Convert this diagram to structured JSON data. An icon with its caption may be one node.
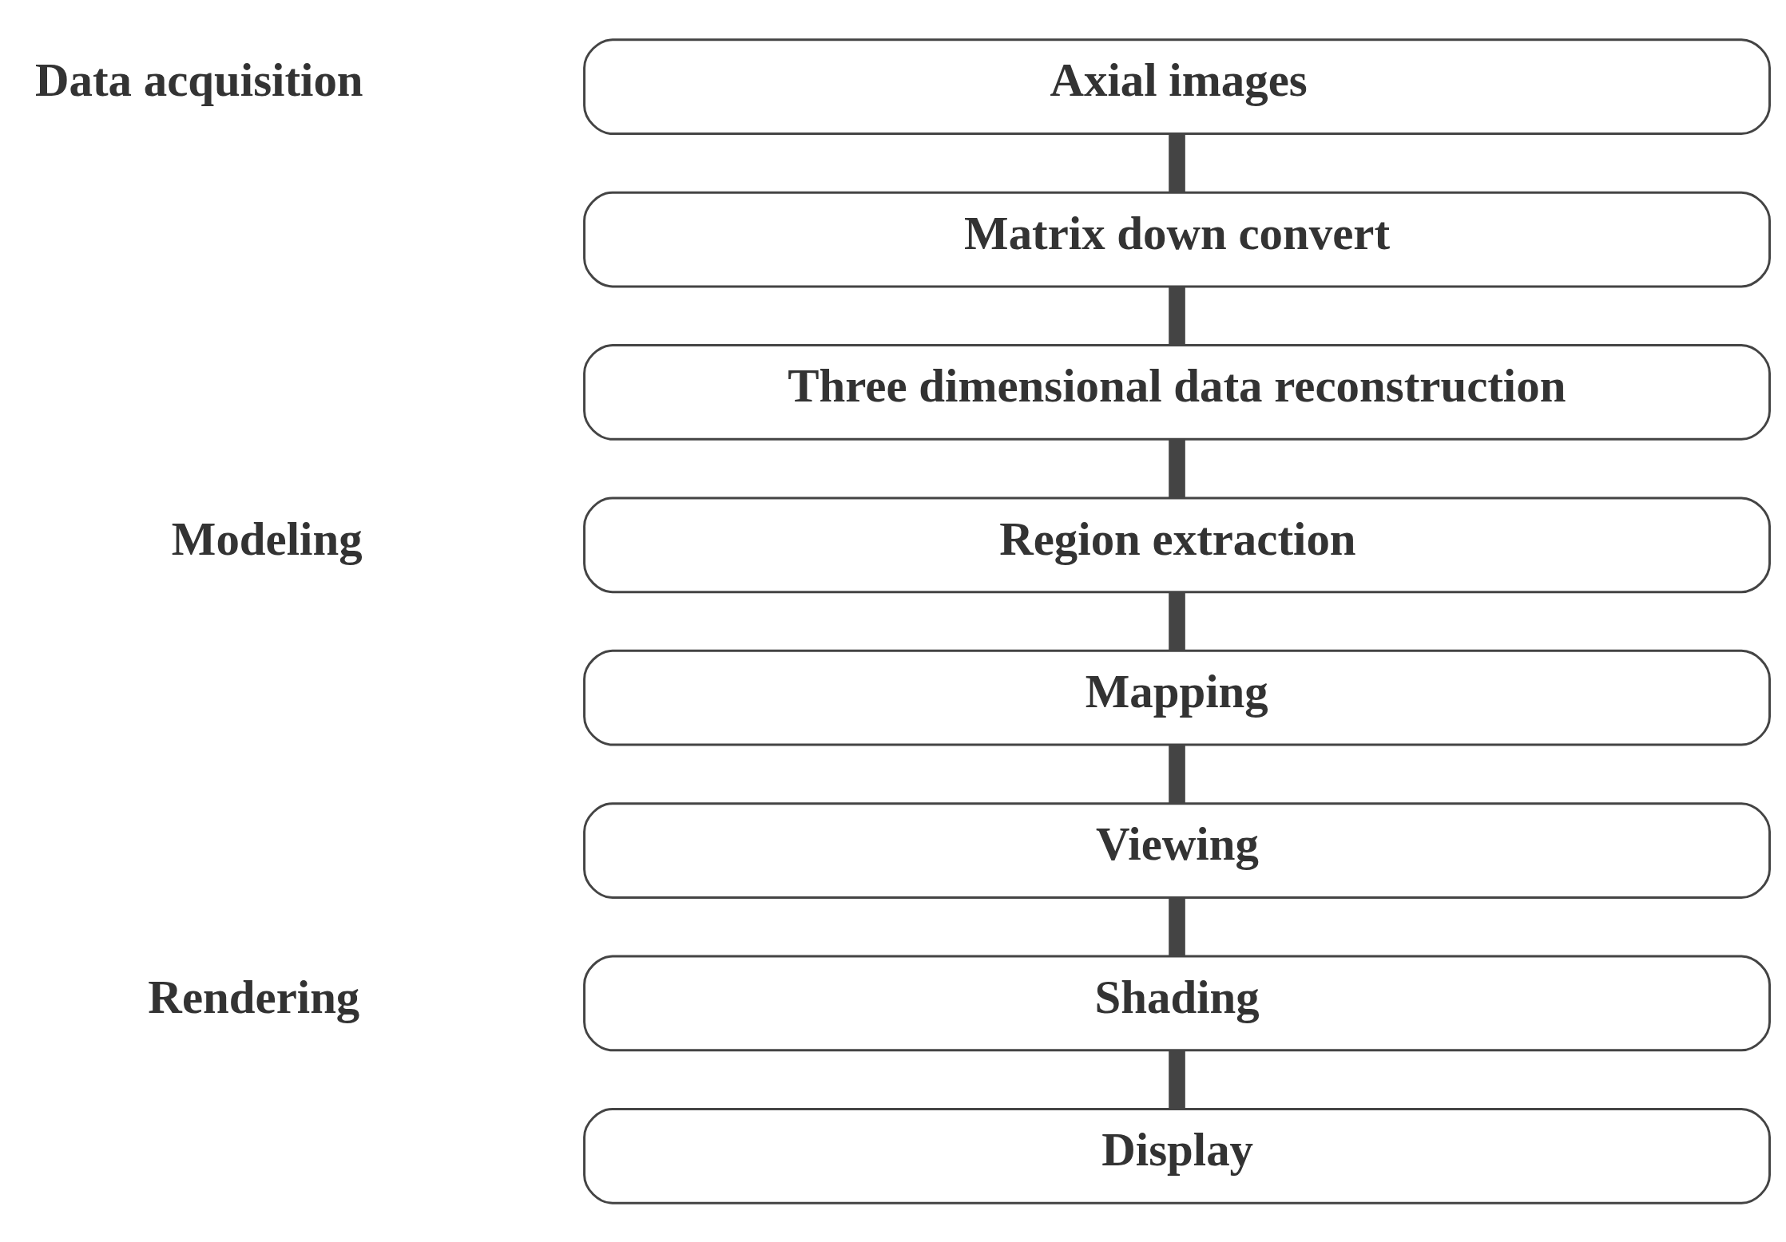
{
  "diagram": {
    "nodes": [
      {
        "text": [
          "Axial images"
        ]
      },
      {
        "text": [
          "Matrix down convert"
        ]
      },
      {
        "text": [
          "Three dimensional data reconstruction"
        ]
      },
      {
        "text": [
          "Region extraction"
        ]
      },
      {
        "text": [
          "Mapping"
        ]
      },
      {
        "text": [
          "Viewing"
        ]
      },
      {
        "text": [
          "Shading"
        ]
      },
      {
        "text": [
          "Display"
        ]
      }
    ],
    "edges": [
      {
        "from": 0,
        "to": 1,
        "arrow": "none"
      },
      {
        "from": 1,
        "to": 2,
        "arrow": "none"
      },
      {
        "from": 2,
        "to": 3,
        "arrow": "none"
      },
      {
        "from": 3,
        "to": 4,
        "arrow": "none"
      },
      {
        "from": 4,
        "to": 5,
        "arrow": "none"
      },
      {
        "from": 5,
        "to": 6,
        "arrow": "none"
      },
      {
        "from": 6,
        "to": 7,
        "arrow": "none"
      }
    ],
    "labels": [
      "Data acquisition",
      "Modeling",
      "Rendering"
    ]
  }
}
